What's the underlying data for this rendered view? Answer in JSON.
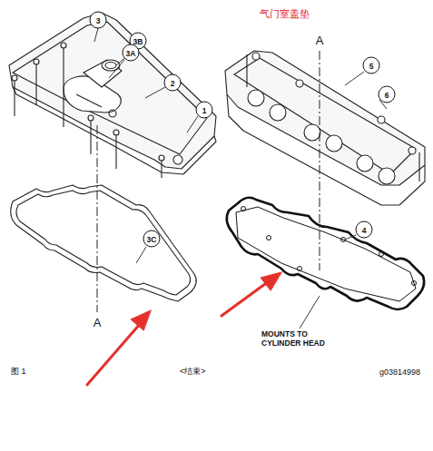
{
  "diagram": {
    "title": "气门室盖垫",
    "labels": [
      "3",
      "3B",
      "3A",
      "2",
      "1",
      "3C",
      "A",
      "A",
      "5",
      "6",
      "4",
      "MOUNTS TO CYLINDER HEAD",
      "图 1",
      "<结束>",
      "g03814998"
    ]
  }
}
